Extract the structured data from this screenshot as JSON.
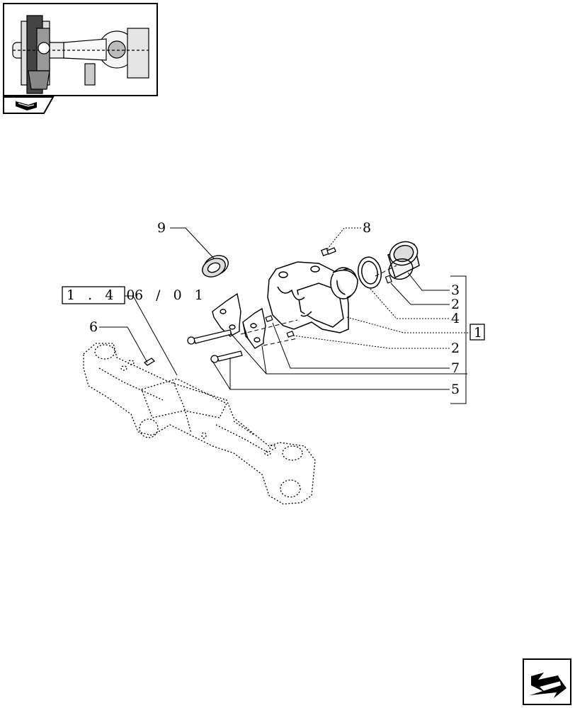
{
  "thumbnail": {
    "icon": "assembly-overview-thumbnail",
    "tab_icon": "book-arrow-icon"
  },
  "reference": {
    "box_text": "1 . 4 0",
    "suffix_text": "6 / 0 1"
  },
  "group_bracket_label": "1",
  "callouts": {
    "c9": "9",
    "c8": "8",
    "c6": "6",
    "r3": "3",
    "r2a": "2",
    "r4": "4",
    "r2b": "2",
    "r7": "7",
    "r5": "5"
  },
  "nav": {
    "next_icon": "next-page-arrow-icon"
  }
}
